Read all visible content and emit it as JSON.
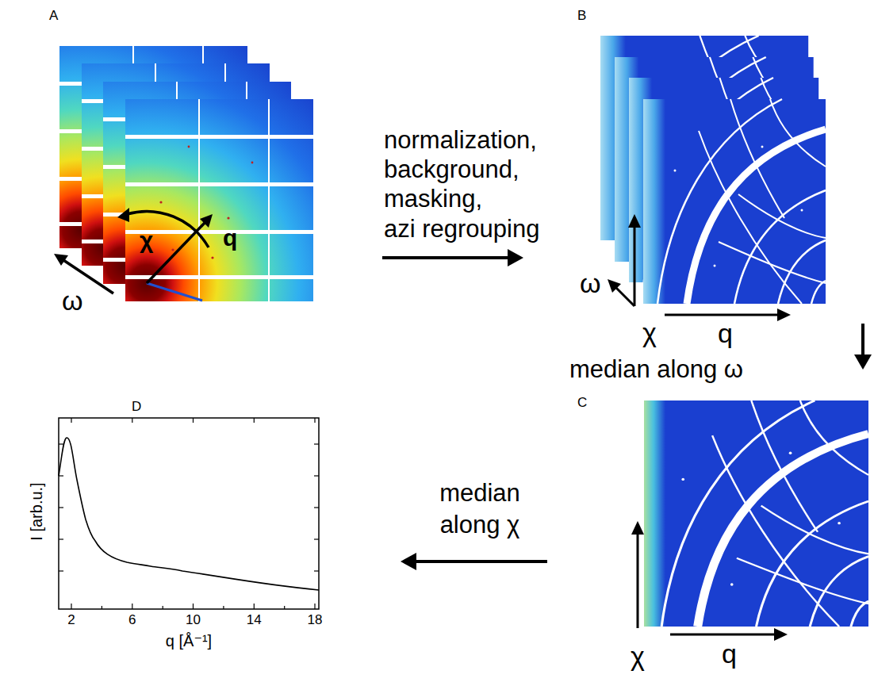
{
  "diagram": {
    "labels": [
      "A",
      "χ",
      "q",
      "ω",
      "normalization, background, masking, azi regrouping",
      "B",
      "ω",
      "χ",
      "q",
      "median along ω",
      "C",
      "D",
      "median along χ",
      "χ",
      "q",
      "I [arb.u.]",
      "2",
      "6",
      "10",
      "14",
      "18",
      "q [Å⁻¹]"
    ]
  }
}
